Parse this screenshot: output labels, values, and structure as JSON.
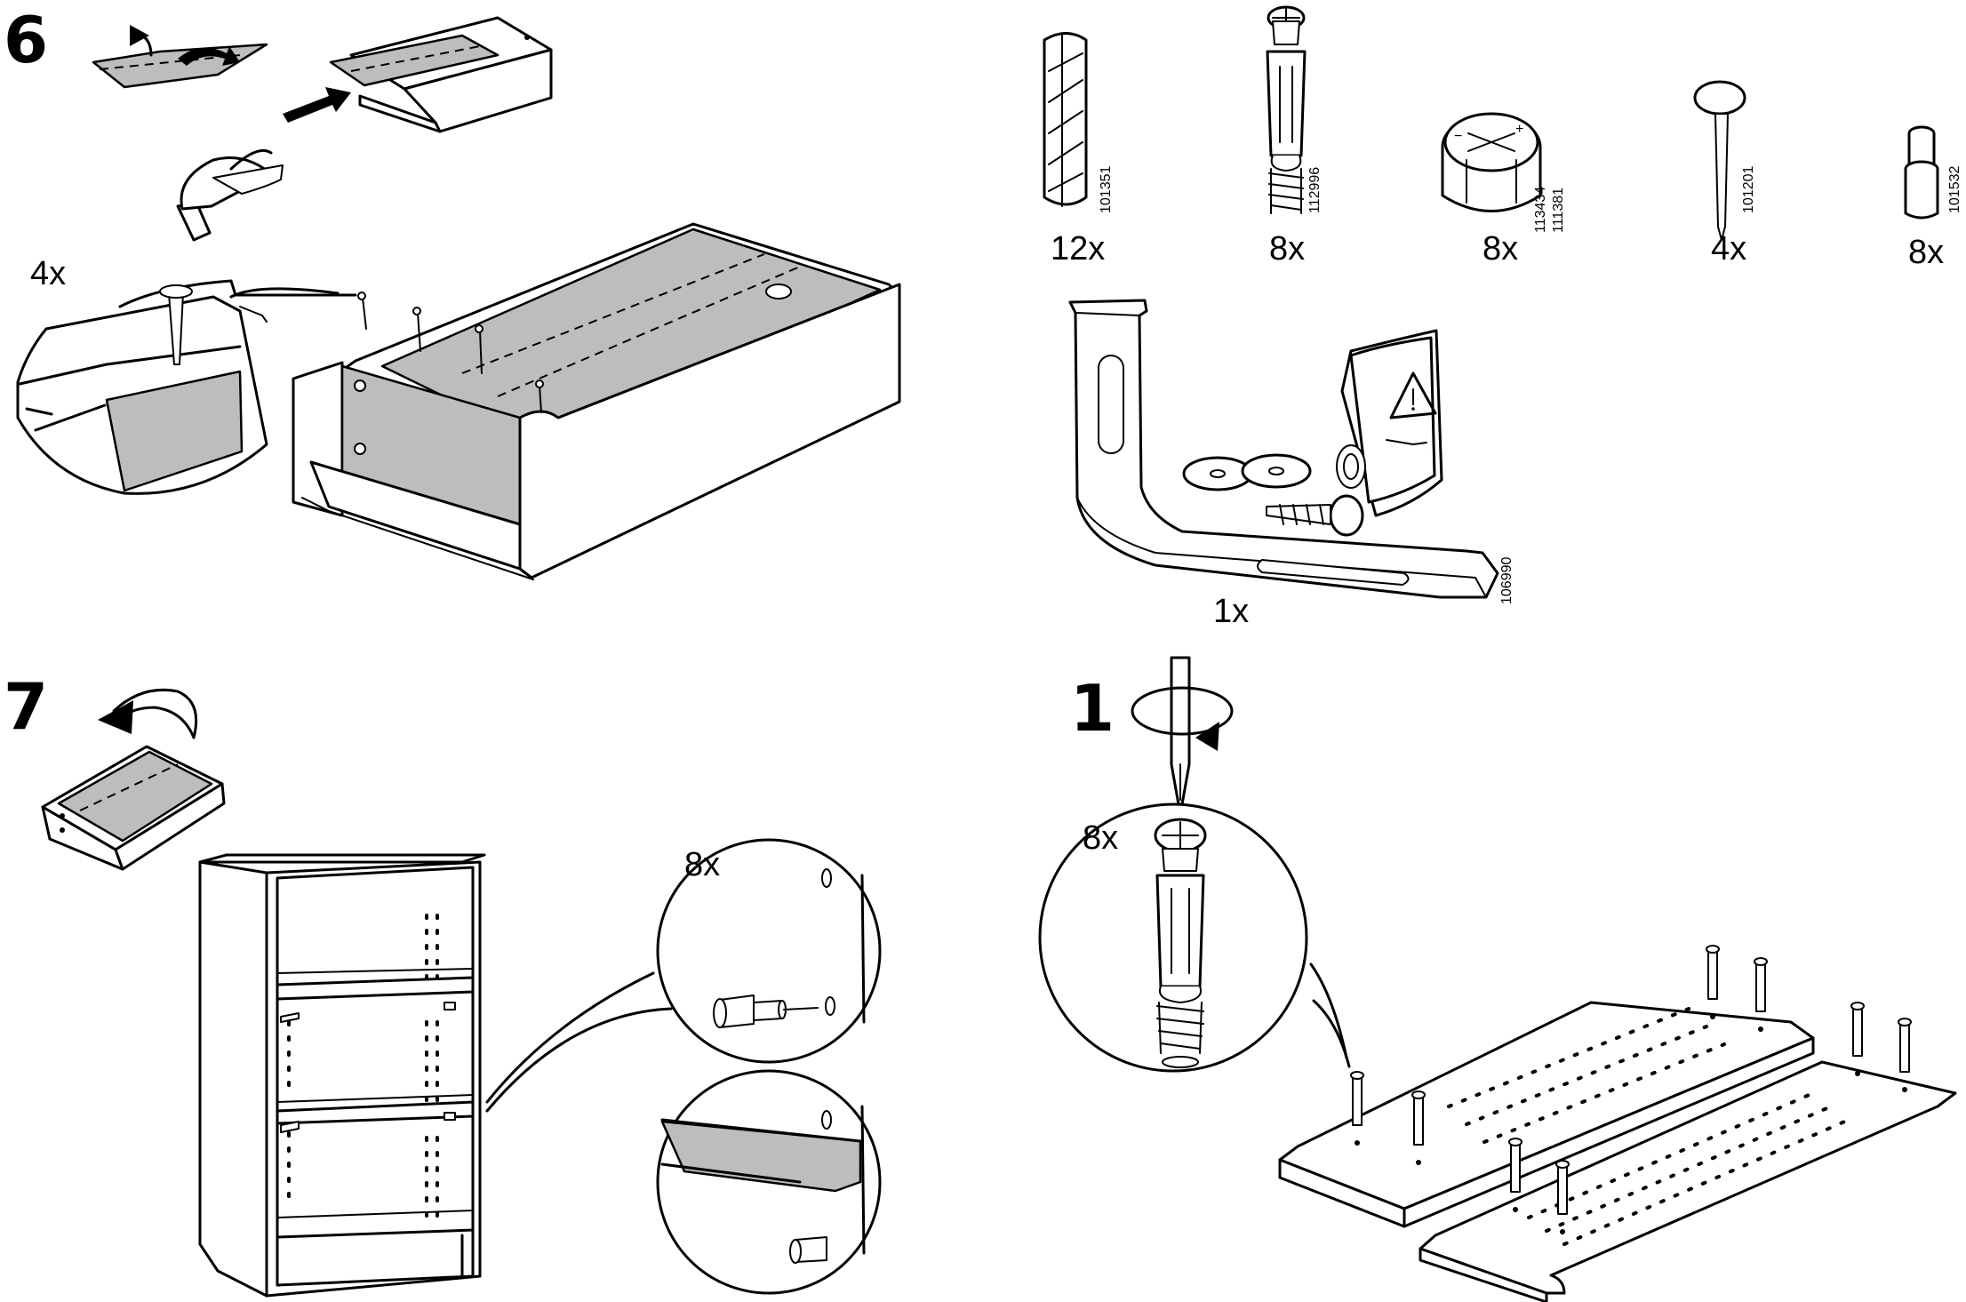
{
  "steps": {
    "step6": "6",
    "step7": "7",
    "step1": "1"
  },
  "step6": {
    "nail_qty": "4x"
  },
  "step7": {
    "shelf_pin_qty": "8x"
  },
  "step1": {
    "cam_bolt_qty": "8x"
  },
  "parts": [
    {
      "name": "wooden-dowel",
      "code": "101351",
      "qty": "12x"
    },
    {
      "name": "cam-lock-bolt",
      "code": "112996",
      "qty": "8x"
    },
    {
      "name": "cam-lock-nut",
      "code": "113434",
      "code2": "111381",
      "qty": "8x"
    },
    {
      "name": "nail",
      "code": "101201",
      "qty": "4x"
    },
    {
      "name": "shelf-pin",
      "code": "101532",
      "qty": "8x"
    }
  ],
  "wall_bracket": {
    "code": "106990",
    "qty": "1x"
  },
  "icons": [
    "hammer-icon",
    "rotate-arrow-icon",
    "insert-arrow-icon",
    "warning-triangle-icon",
    "screwdriver-icon"
  ]
}
